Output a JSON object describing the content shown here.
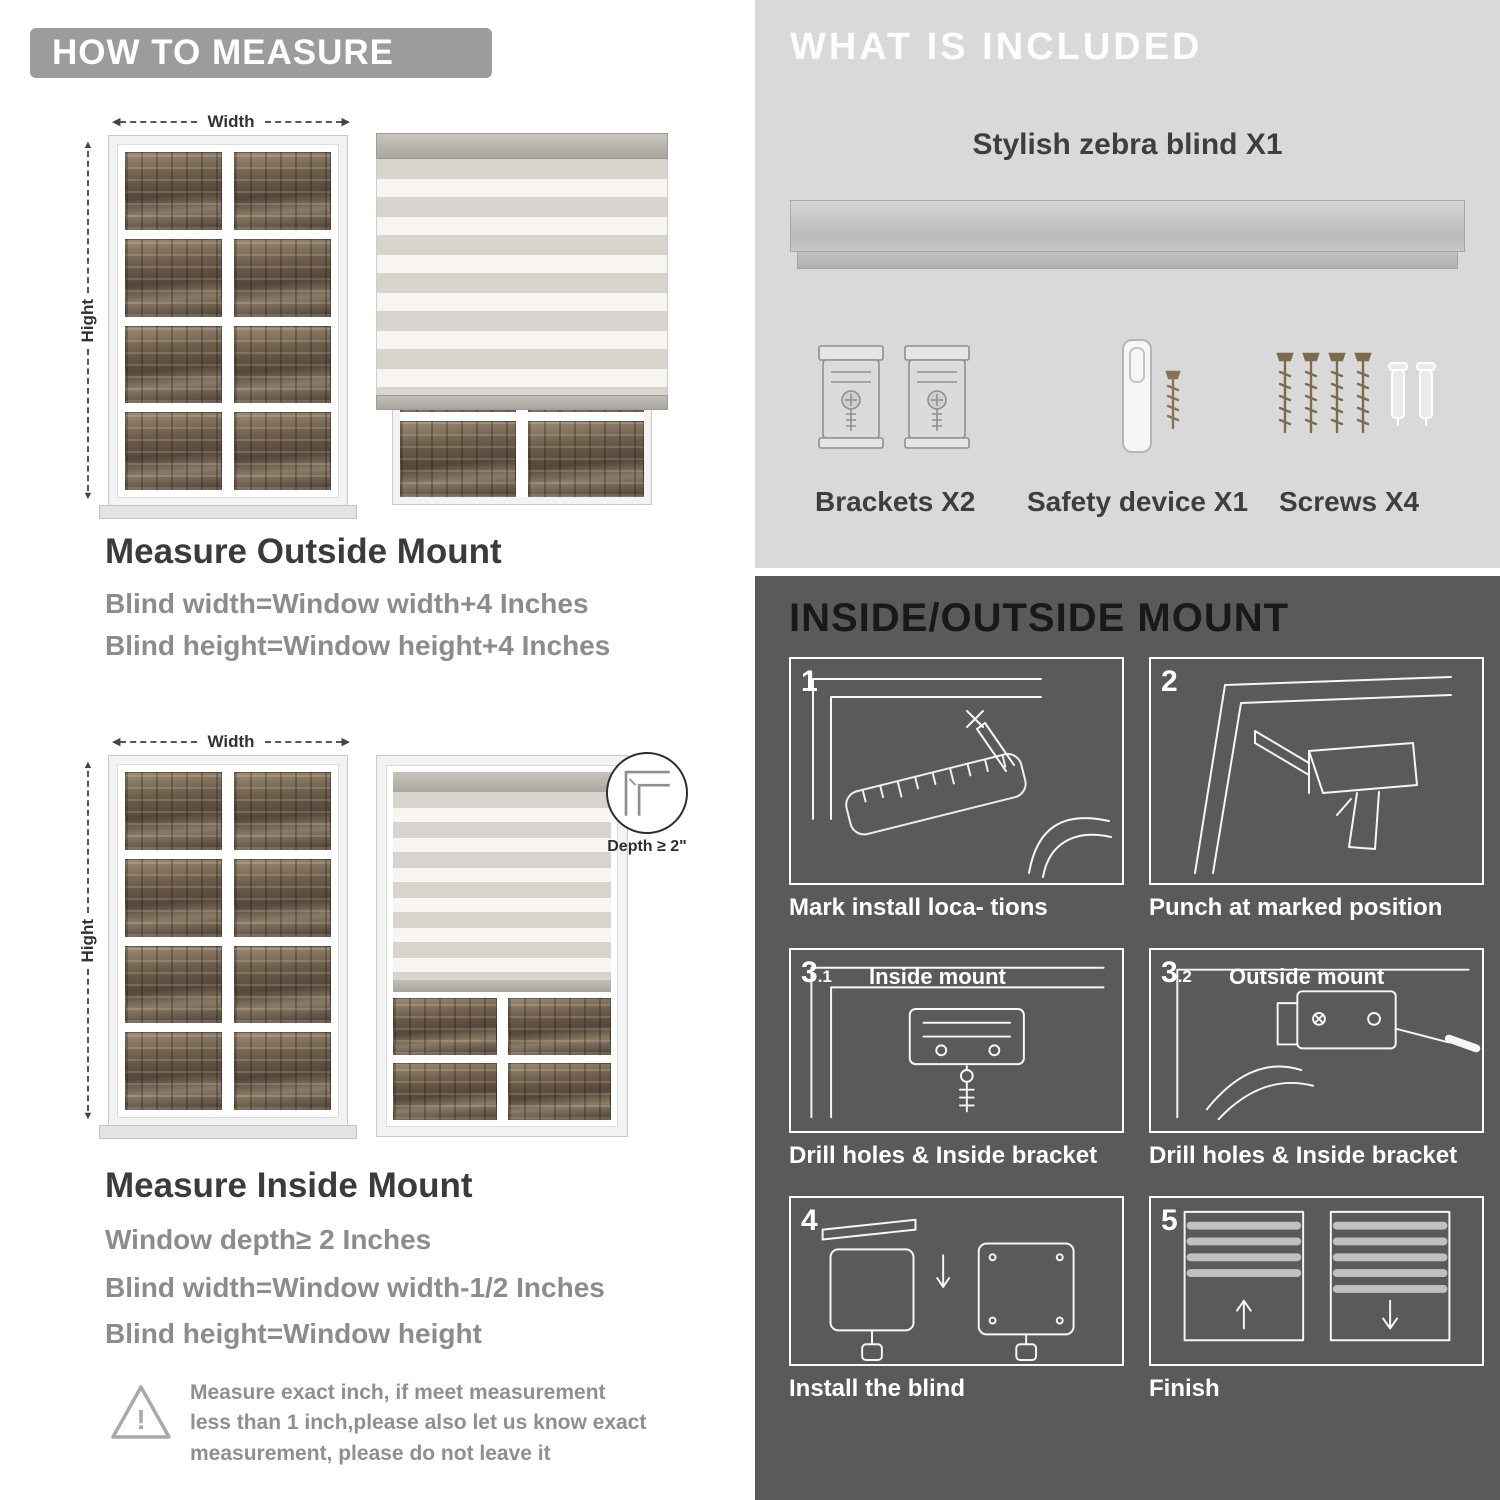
{
  "left": {
    "header": "HOW TO MEASURE",
    "arrows": {
      "width": "Width",
      "height": "Hight"
    },
    "outside_mount": {
      "title": "Measure Outside Mount",
      "rule1": "Blind width=Window width+4 Inches",
      "rule2": "Blind height=Window height+4 Inches"
    },
    "inside_mount": {
      "title": "Measure Inside Mount",
      "depth_callout": "Depth ≥ 2\"",
      "rule1": "Window depth≥ 2 Inches",
      "rule2": "Blind width=Window width-1/2 Inches",
      "rule3": "Blind height=Window height"
    },
    "warning_mark": "!",
    "warning_text": "Measure exact inch, if meet measurement less than 1 inch,please also let us know exact measurement, please do not leave it"
  },
  "right": {
    "included": {
      "header": "WHAT IS INCLUDED",
      "blind_label": "Stylish zebra blind X1",
      "item_brackets": "Brackets X2",
      "item_safety": "Safety device X1",
      "item_screws": "Screws X4"
    },
    "mount": {
      "header": "INSIDE/OUTSIDE MOUNT",
      "steps": [
        {
          "num": "1",
          "sub": "",
          "title": "",
          "caption": "Mark install loca- tions"
        },
        {
          "num": "2",
          "sub": "",
          "title": "",
          "caption": "Punch at  marked position"
        },
        {
          "num": "3",
          "sub": ".1",
          "title": "Inside mount",
          "caption": "Drill holes &  Inside bracket"
        },
        {
          "num": "3",
          "sub": ".2",
          "title": "Outside mount",
          "caption": "Drill holes &  Inside bracket"
        },
        {
          "num": "4",
          "sub": "",
          "title": "",
          "caption": "Install the blind"
        },
        {
          "num": "5",
          "sub": "",
          "title": "",
          "caption": "Finish"
        }
      ]
    }
  },
  "colors": {
    "badge_gray": "#9c9c9c",
    "panel_light": "#d9d9d9",
    "panel_dark": "#5a5a5a",
    "text_dark": "#3b3b3b",
    "text_gray": "#8c8c8c"
  }
}
